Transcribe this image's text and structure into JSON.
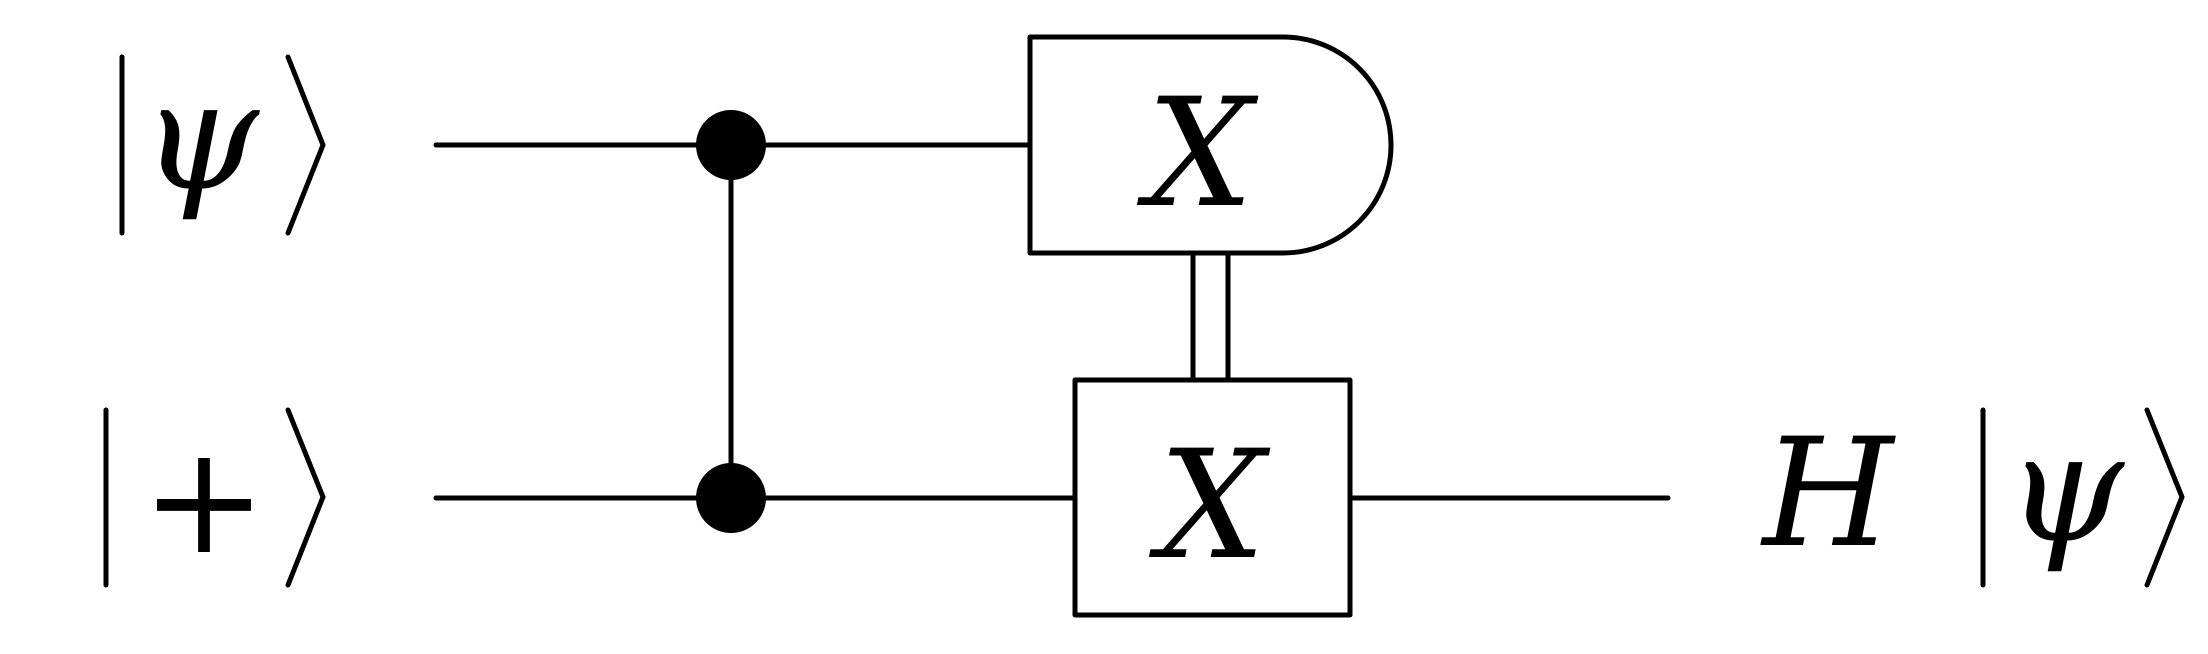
{
  "circuit": {
    "inputs": {
      "top_state": "ψ",
      "bottom_state": "+"
    },
    "gates": {
      "measure_label": "X",
      "correction_label": "X"
    },
    "output": {
      "operator": "H",
      "state": "ψ"
    }
  }
}
